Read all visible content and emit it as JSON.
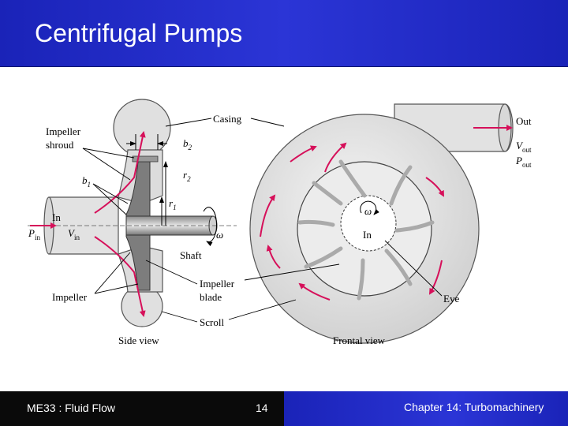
{
  "slide": {
    "title": "Centrifugal Pumps",
    "footer_course": "ME33 :  Fluid Flow",
    "page_number": "14",
    "footer_chapter": "Chapter 14:  Turbomachinery"
  },
  "diagram": {
    "labels": {
      "impeller_shroud_1": "Impeller",
      "impeller_shroud_2": "shroud",
      "casing": "Casing",
      "b2": "b",
      "b2_sub": "2",
      "r2": "r",
      "r2_sub": "2",
      "b1": "b",
      "b1_sub": "1",
      "r1": "r",
      "r1_sub": "1",
      "in_side": "In",
      "p_in": "P",
      "p_in_sub": "in",
      "v_in": "V",
      "v_in_sub": "in",
      "omega_side": "ω",
      "shaft": "Shaft",
      "impeller_blade_1": "Impeller",
      "impeller_blade_2": "blade",
      "impeller": "Impeller",
      "scroll": "Scroll",
      "side_view": "Side view",
      "frontal_view": "Frontal view",
      "out": "Out",
      "v_out": "V",
      "v_out_sub": "out",
      "p_out": "P",
      "p_out_sub": "out",
      "omega_front": "ω",
      "in_front": "In",
      "eye": "Eye"
    },
    "colors": {
      "flow_arrow": "#d6105a",
      "body_fill": "#e4e4e4",
      "outline": "#555555"
    }
  }
}
